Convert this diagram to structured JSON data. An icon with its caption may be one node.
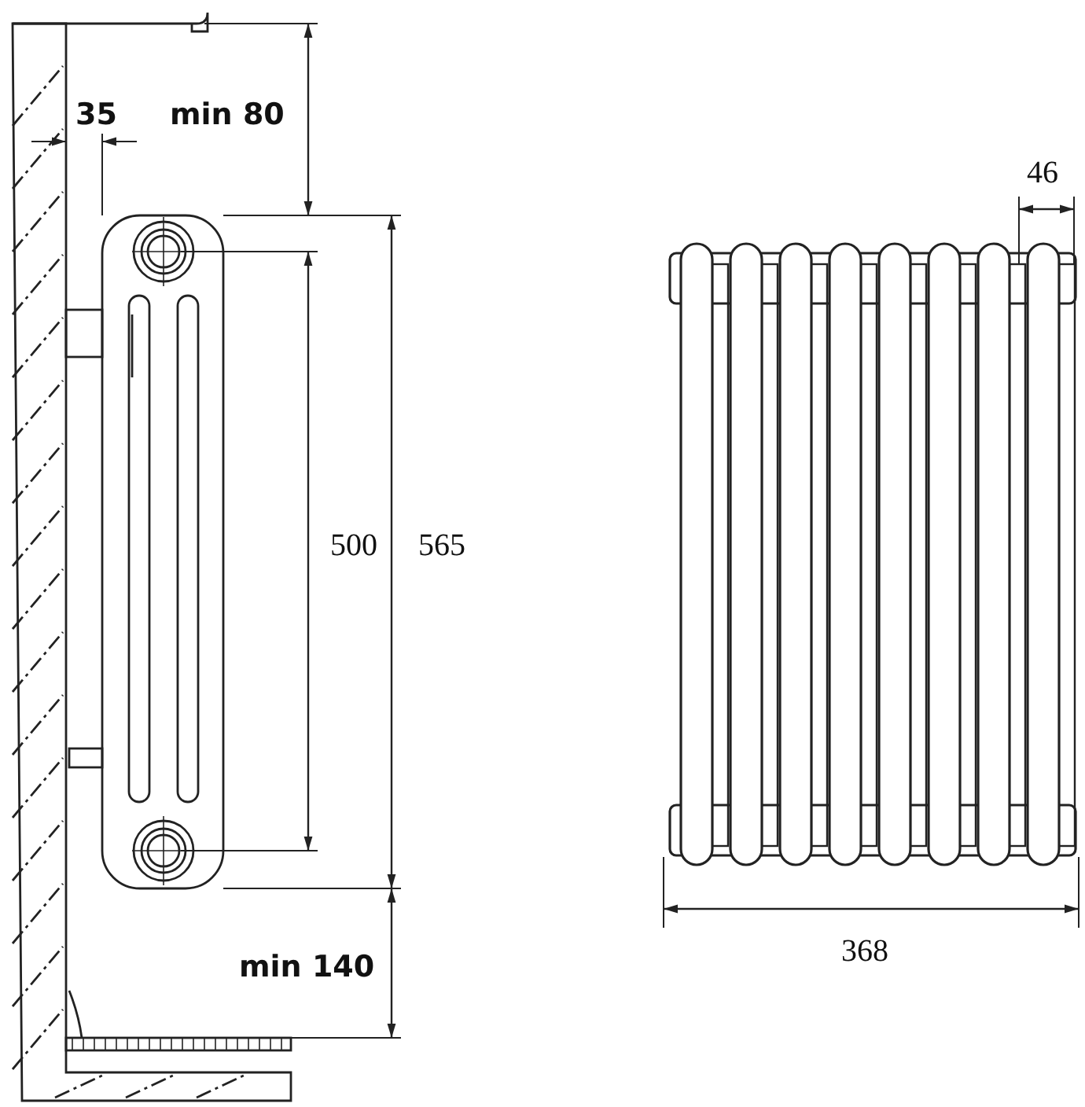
{
  "diagram": {
    "labels": [
      "35",
      "min 80",
      "500",
      "565",
      "min 140",
      "46",
      "368"
    ]
  }
}
